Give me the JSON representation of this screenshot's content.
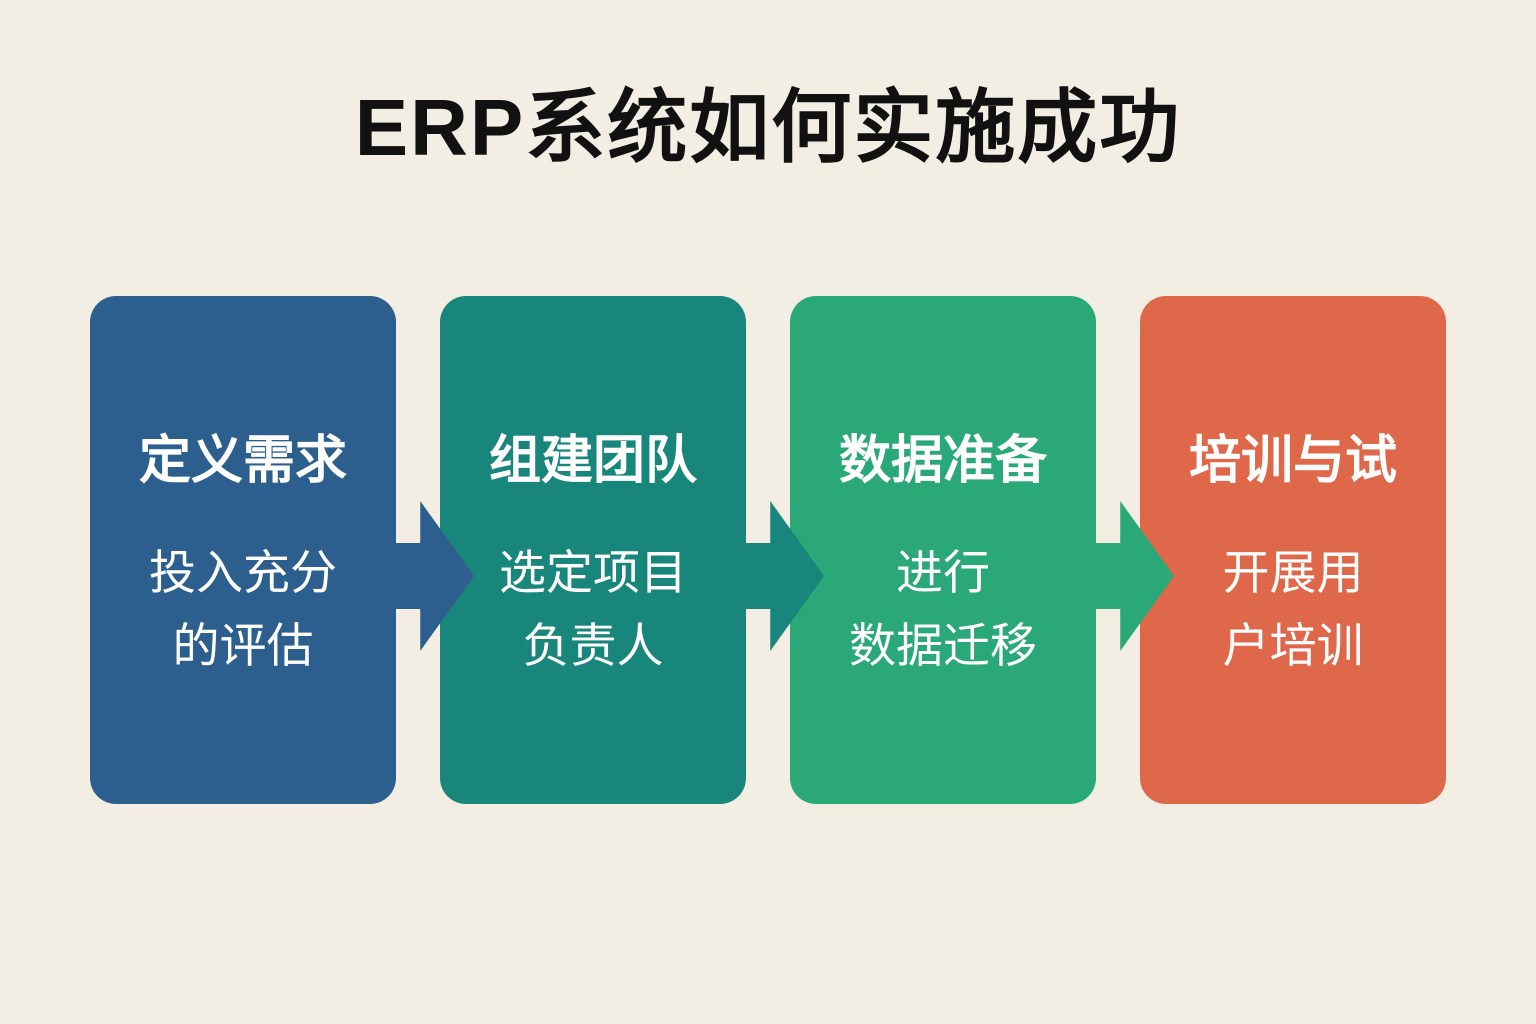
{
  "title": "ERP系统如何实施成功",
  "background_color": "#f2eee3",
  "title_color": "#111111",
  "steps": [
    {
      "heading": "定义需求",
      "body": "投入充分\n的评估",
      "color": "#2d5f8e"
    },
    {
      "heading": "组建团队",
      "body": "选定项目\n负责人",
      "color": "#19867b"
    },
    {
      "heading": "数据准备",
      "body": "进行\n数据迁移",
      "color": "#2aa878"
    },
    {
      "heading": "培训与试",
      "body": "开展用\n户培训",
      "color": "#e0684a"
    }
  ],
  "arrows": [
    {
      "icon": "arrow-right-icon",
      "color": "#2d5f8e"
    },
    {
      "icon": "arrow-right-icon",
      "color": "#19867b"
    },
    {
      "icon": "arrow-right-icon",
      "color": "#2aa878"
    }
  ]
}
